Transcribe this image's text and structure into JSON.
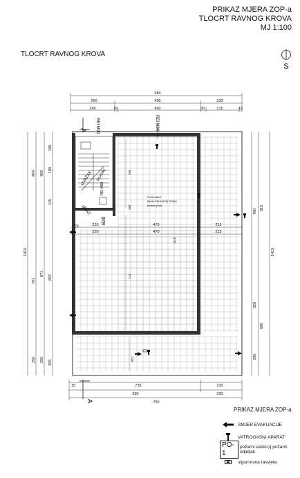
{
  "header": {
    "line1": "PRIKAZ MJERA ZOP-a",
    "line2": "TLOCRT  RAVNOG KROVA",
    "line3": "MJ 1:100"
  },
  "sheet_title": "TLOCRT  RAVNOG KROVA",
  "north_label": "S",
  "dims_top": {
    "total": "980",
    "row2": [
      "260",
      "490",
      "230"
    ],
    "row3": [
      "245",
      "15",
      "460",
      "30",
      "215",
      "15"
    ]
  },
  "dims_inner": {
    "row1": [
      "220",
      "470",
      "215"
    ],
    "row2": [
      "220",
      "470",
      "215"
    ]
  },
  "dims_bottom": {
    "row1": [
      "15",
      "735",
      "230"
    ],
    "row2": [
      "690",
      "230"
    ],
    "total": "750"
  },
  "dims_left": {
    "total": "1415",
    "outer": [
      "464",
      "701",
      "250"
    ],
    "mid": [
      "409",
      "671",
      "250"
    ],
    "inner": [
      "105",
      "189",
      "115",
      "687",
      "205"
    ]
  },
  "dims_right": {
    "total": "1415",
    "outer": [
      "815",
      "600"
    ],
    "inner": [
      "780",
      "320",
      "205"
    ]
  },
  "interior_dims": [
    "304",
    "100",
    "1110",
    "971",
    "235"
  ],
  "section_marks": {
    "a_top": "A",
    "a_bottom": "A",
    "ei_top_1": "REI M90",
    "ei_top_2": "REI M90",
    "ei_vert": "REI M90",
    "b": "B30"
  },
  "stair_labels": {
    "up": "UVAŽAK",
    "down": "SILAZAK",
    "izlaz": "IZLAZ"
  },
  "room_label": [
    "P=612.58m2",
    "RAVNI  PROHODNI  TERAS",
    "keramic  ploče"
  ],
  "legend": {
    "title": "PRIKAZ MJERA ZOP-a",
    "items": [
      {
        "icon": "arrow-left-icon",
        "label": "SMJER EVAKUACIJE"
      },
      {
        "icon": "fire-extinguisher-icon",
        "label": "VATROGASNI APARAT"
      },
      {
        "icon": "fire-sector-box",
        "code": "PO-1",
        "label": "požarni sektor,tj.požarni odjeljak"
      },
      {
        "icon": "emergency-light-icon",
        "label": "sigurnosna rasvjeta"
      }
    ]
  }
}
